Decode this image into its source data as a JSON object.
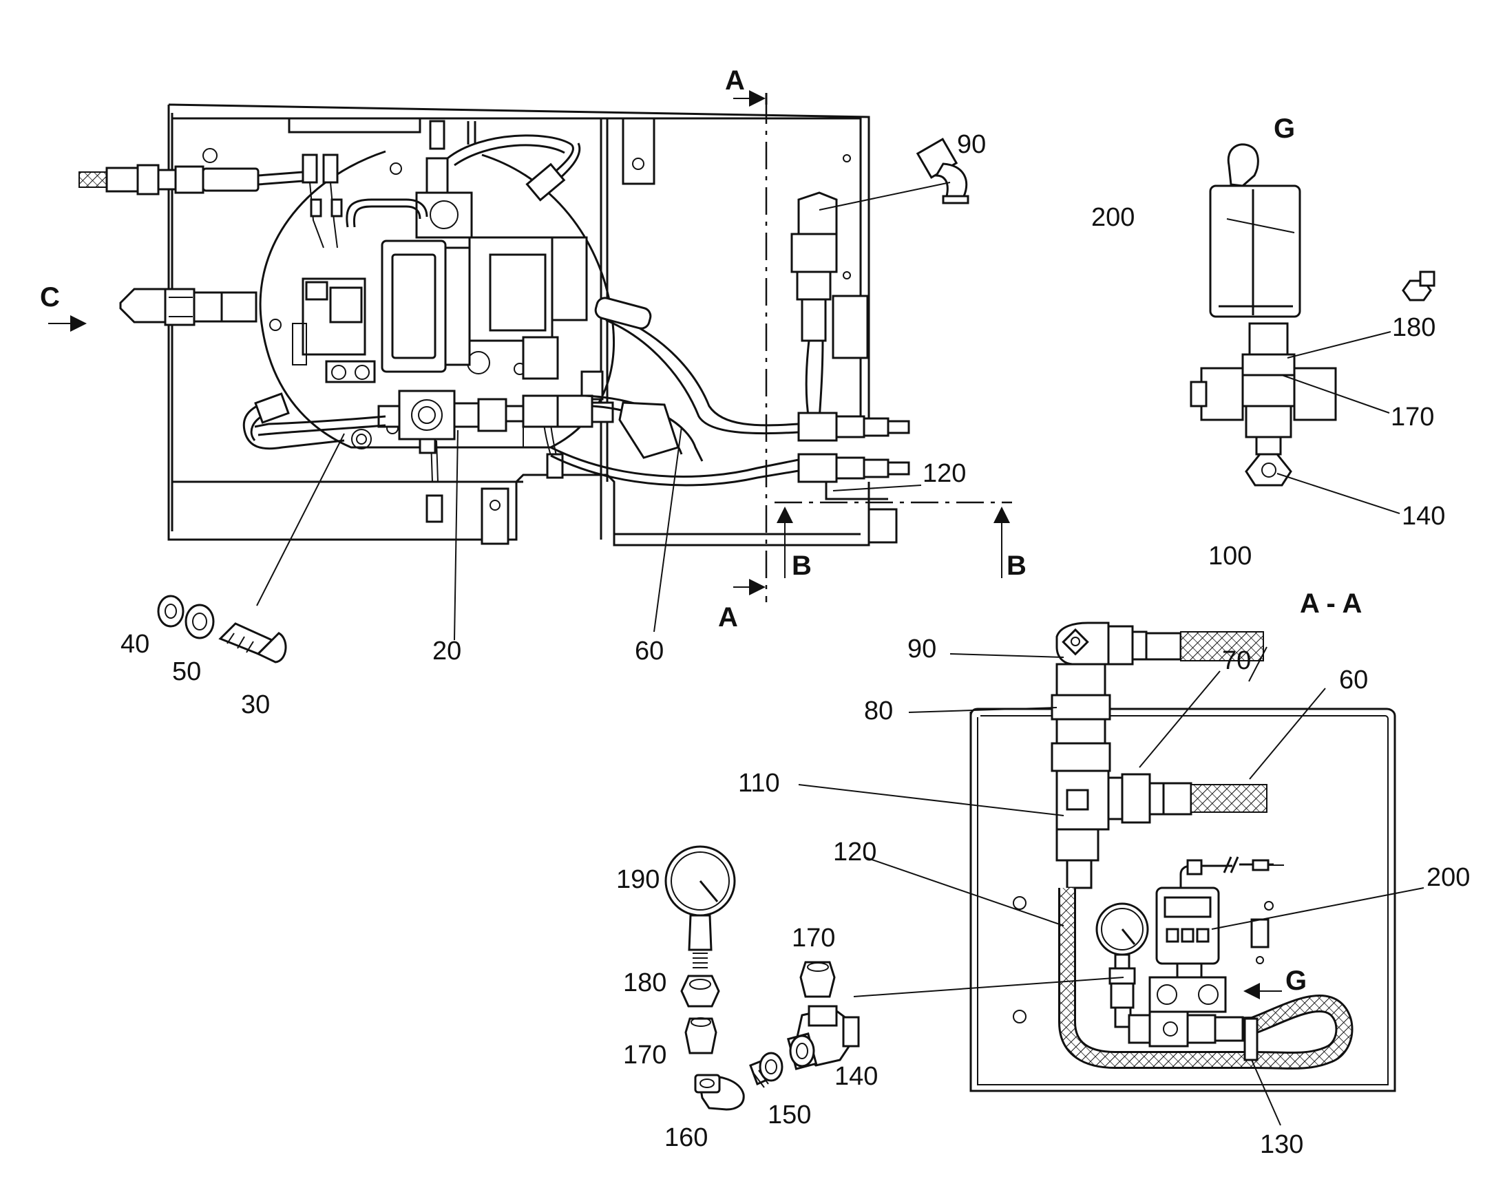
{
  "labels": {
    "p90_top": "90",
    "p200_g": "200",
    "p180_g": "180",
    "p170_g": "170",
    "p140_g": "140",
    "p120_top": "120",
    "p40": "40",
    "p50": "50",
    "p30": "30",
    "p20": "20",
    "p60_top": "60",
    "p100": "100",
    "p90_aa": "90",
    "p70": "70",
    "p60_aa": "60",
    "p80": "80",
    "p110": "110",
    "p120_aa": "120",
    "p200_aa": "200",
    "p190": "190",
    "p170_a": "170",
    "p180_l": "180",
    "p170_l": "170",
    "p140_l": "140",
    "p150": "150",
    "p160": "160",
    "p130": "130"
  },
  "section_marks": {
    "a_top": "A",
    "a_bottom": "A",
    "b_left": "B",
    "b_right": "B",
    "c_view": "C",
    "g_title": "G",
    "g_arrow": "G",
    "aa_title": "A - A"
  }
}
